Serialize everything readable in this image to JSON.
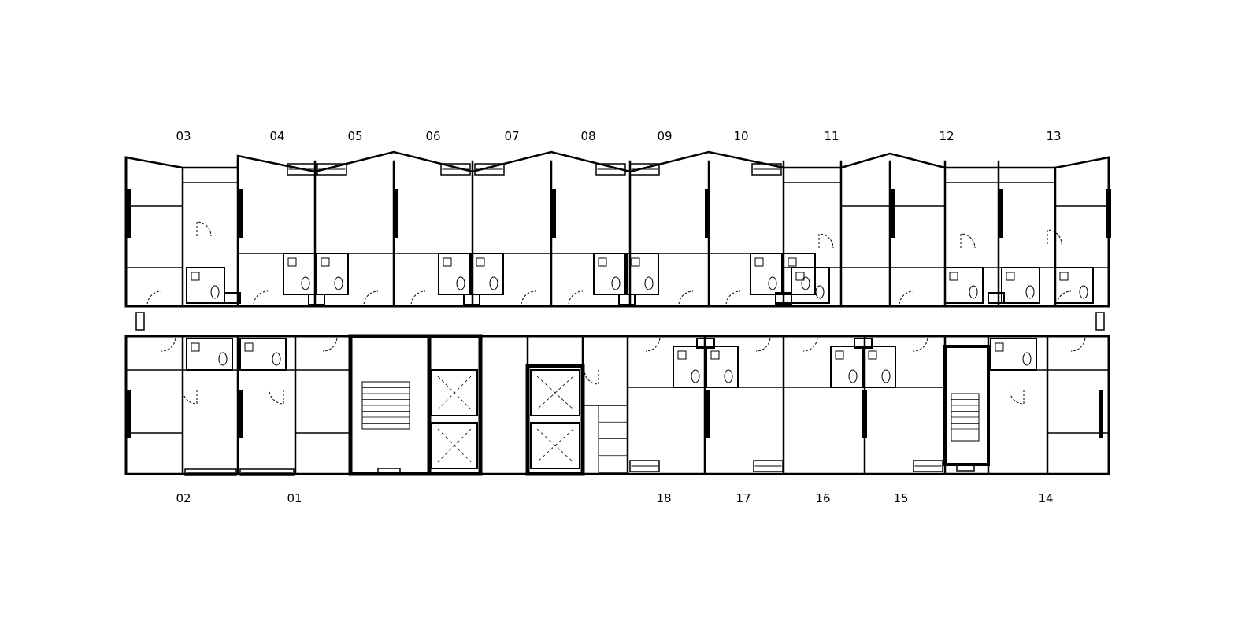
{
  "unit_labels": {
    "top": [
      "03",
      "04",
      "05",
      "06",
      "07",
      "08",
      "09",
      "10",
      "11",
      "12",
      "13"
    ],
    "bottom": [
      "02",
      "01",
      "18",
      "17",
      "16",
      "15",
      "14"
    ]
  },
  "colors": {
    "line": "#000000",
    "background": "#ffffff",
    "wall": "#000000"
  }
}
